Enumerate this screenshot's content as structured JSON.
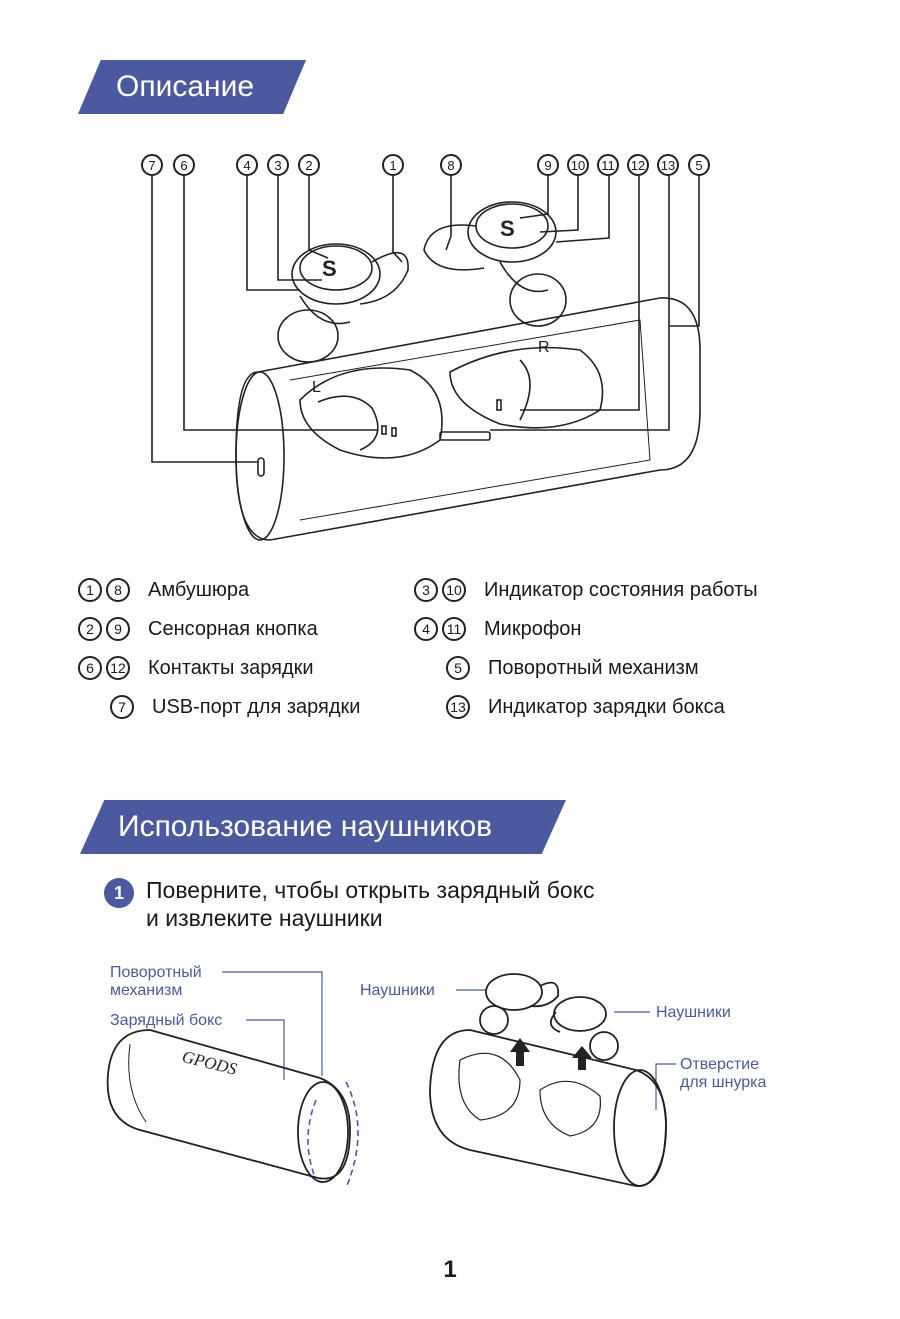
{
  "section1": {
    "title": "Описание"
  },
  "diagram_markers": [
    "7",
    "6",
    "4",
    "3",
    "2",
    "1",
    "8",
    "9",
    "10",
    "11",
    "12",
    "13",
    "5"
  ],
  "diagram_text": {
    "left": "L",
    "right": "R"
  },
  "legend": {
    "left": [
      {
        "nums": [
          "1",
          "8"
        ],
        "label": "Амбушюра"
      },
      {
        "nums": [
          "2",
          "9"
        ],
        "label": "Сенсорная кнопка"
      },
      {
        "nums": [
          "6",
          "12"
        ],
        "label": "Контакты зарядки"
      },
      {
        "nums": [
          "7"
        ],
        "label": "USB-порт для зарядки"
      }
    ],
    "right": [
      {
        "nums": [
          "3",
          "10"
        ],
        "label": "Индикатор состояния работы"
      },
      {
        "nums": [
          "4",
          "11"
        ],
        "label": "Микрофон"
      },
      {
        "nums": [
          "5"
        ],
        "label": "Поворотный механизм"
      },
      {
        "nums": [
          "13"
        ],
        "label": "Индикатор зарядки бокса"
      }
    ]
  },
  "section2": {
    "title": "Использование наушников"
  },
  "step1": {
    "num": "1",
    "line1": "Поверните, чтобы открыть зарядный бокс",
    "line2": "и извлеките наушники"
  },
  "illustration": {
    "rotate_label_1": "Поворотный",
    "rotate_label_2": "механизм",
    "case_label": "Зарядный бокс",
    "brand": "GPODS",
    "earbuds_label_left": "Наушники",
    "earbuds_label_right": "Наушники",
    "cord_hole_1": "Отверстие",
    "cord_hole_2": "для шнурка"
  },
  "colors": {
    "accent": "#4b5aa0"
  },
  "page_number": "1"
}
